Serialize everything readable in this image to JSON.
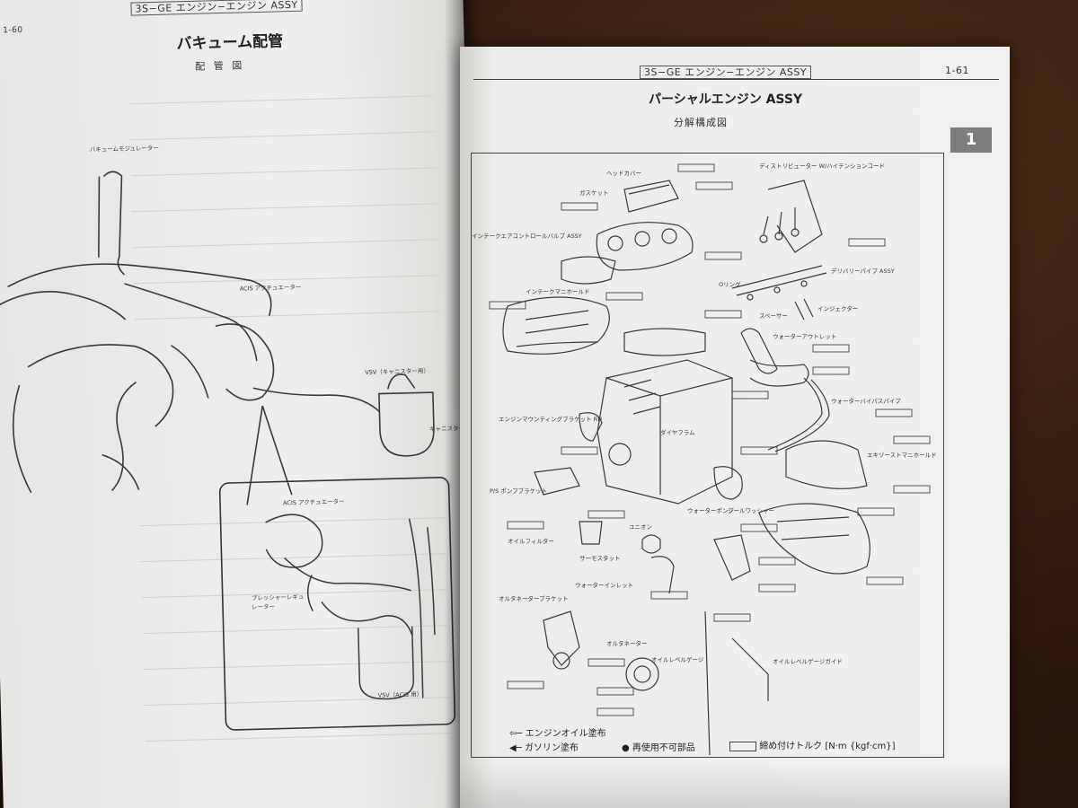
{
  "left_page": {
    "header": "3S−GE エンジン−エンジン ASSY",
    "page_num_fragment": "1-60",
    "title": "バキューム配管",
    "subtitle": "配 管 図",
    "labels": {
      "modulator": "バキュームモジュレーター",
      "acis_actuator": "ACIS アクチュエーター",
      "vsv_canister": "VSV（キャニスター用）",
      "canister": "キャニスター",
      "acis_actuator_inset": "ACIS アクチュエーター",
      "pressure_regulator": "プレッシャーレギュレーター",
      "vsv_acis": "VSV（ACIS 用）"
    }
  },
  "right_page": {
    "header": "3S−GE エンジン−エンジン ASSY",
    "page_num": "1-61",
    "title": "パーシャルエンジン ASSY",
    "subtitle": "分解構成図",
    "tab_number": "1",
    "legend": {
      "oil": "エンジンオイル塗布",
      "gasoline": "ガソリン塗布",
      "non_reusable": "再使用不可部品",
      "torque": "締め付けトルク [N·m {kgf·cm}]"
    },
    "part_labels": [
      "ディストリビューター W/ハイテンションコード",
      "ヘッドカバー",
      "ガスケット",
      "インテークエアコントロールバルブ ASSY",
      "インテークマニホールド",
      "デリバリーパイプ ASSY",
      "インジェクター",
      "Oリング",
      "スペーサー",
      "ウォーターアウトレット",
      "ウォーターバイパスパイプ",
      "エンジンマウンティングブラケット RH",
      "ウォーターポンプ",
      "オイルフィルター",
      "サーモスタット",
      "ウォーターインレット",
      "エキゾーストマニホールド",
      "オルタネーターブラケット",
      "オルタネーター",
      "オイルレベルゲージ",
      "オイルレベルゲージガイド",
      "P/S ポンプブラケット",
      "シールワッシャー",
      "ユニオン",
      "ダイヤフラム"
    ]
  }
}
